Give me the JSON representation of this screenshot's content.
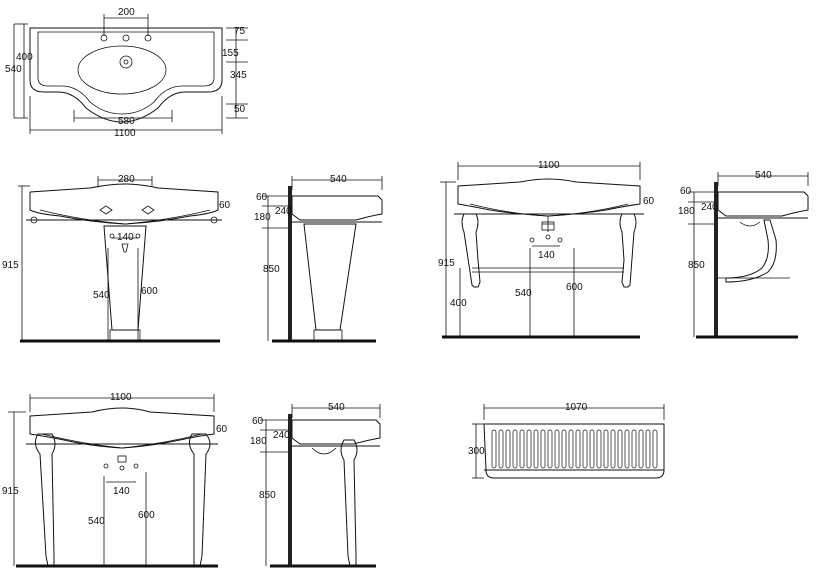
{
  "views": {
    "top_plan": {
      "overall_width": "1100",
      "bowl_width": "580",
      "tap_spacing": "200",
      "depth_total": "540",
      "depth_front": "400",
      "d75": "75",
      "d155": "155",
      "d345": "345",
      "d50": "50"
    },
    "pedestal_front": {
      "top_width": "280",
      "height": "915",
      "h60": "60",
      "h140": "140",
      "h540": "540",
      "h600": "600"
    },
    "pedestal_side": {
      "depth": "540",
      "h60": "60",
      "h180": "180",
      "h240": "240",
      "h850": "850"
    },
    "console_front_1": {
      "width": "1100",
      "height": "915",
      "h60": "60",
      "h140": "140",
      "h400": "400",
      "h540": "540",
      "h600": "600"
    },
    "console_side_1": {
      "depth": "540",
      "h60": "60",
      "h180": "180",
      "h240": "240",
      "h850": "850"
    },
    "console_front_2": {
      "width": "1100",
      "height": "915",
      "h60": "60",
      "h140": "140",
      "h540": "540",
      "h600": "600"
    },
    "console_side_2": {
      "depth": "540",
      "h60": "60",
      "h180": "180",
      "h240": "240",
      "h850": "850"
    },
    "shelf": {
      "width": "1070",
      "depth": "300"
    }
  }
}
